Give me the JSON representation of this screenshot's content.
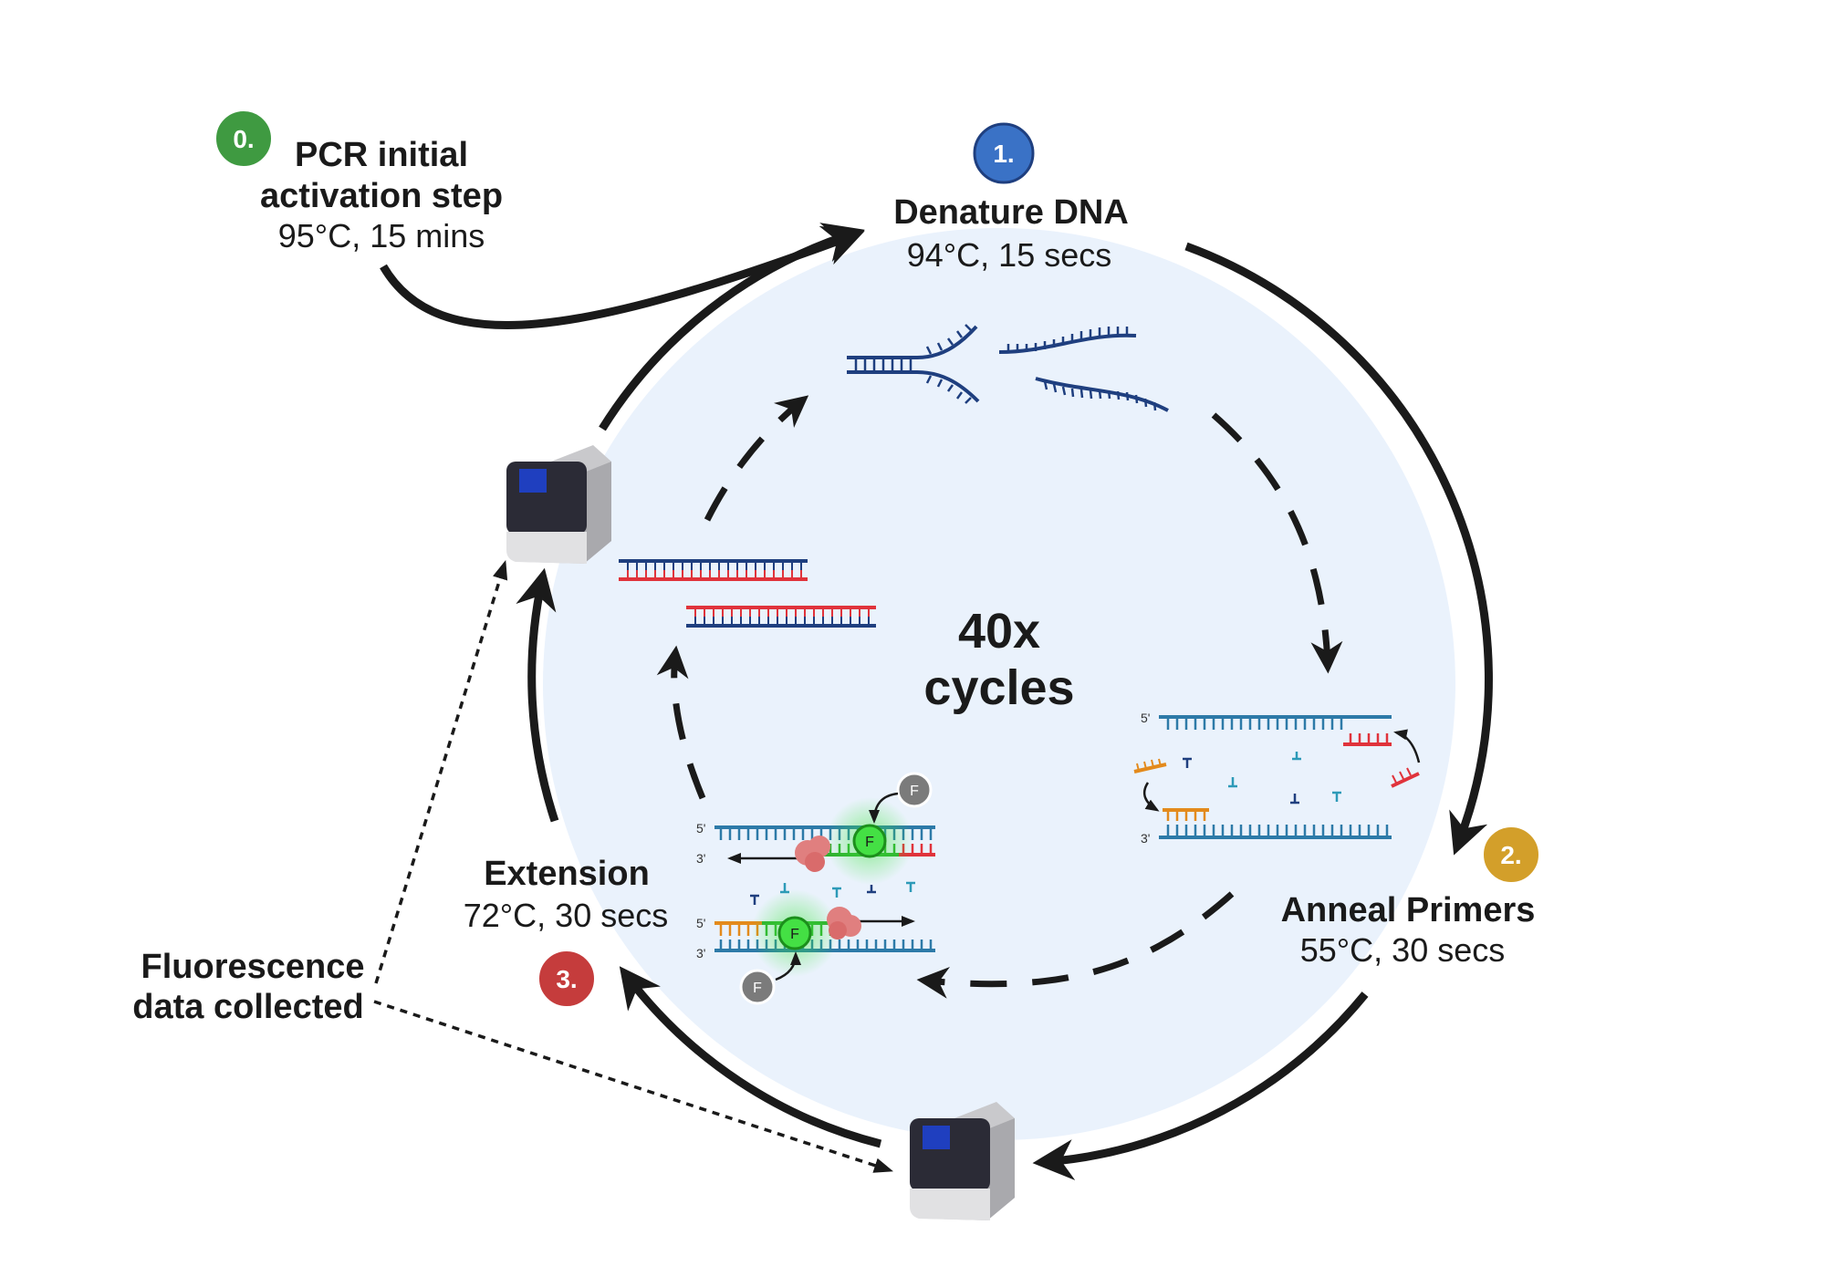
{
  "steps": {
    "step0": {
      "badge": "0.",
      "title_line1": "PCR initial",
      "title_line2": "activation step",
      "conditions": "95°C, 15 mins",
      "color": "#3f9a41"
    },
    "step1": {
      "badge": "1.",
      "title": "Denature DNA",
      "conditions": "94°C, 15 secs",
      "color": "#3a72c6"
    },
    "step2": {
      "badge": "2.",
      "title": "Anneal Primers",
      "conditions": "55°C, 30 secs",
      "color": "#d39f2a"
    },
    "step3": {
      "badge": "3.",
      "title": "Extension",
      "conditions": "72°C, 30 secs",
      "color": "#c53c3c"
    }
  },
  "center": {
    "line1": "40x",
    "line2": "cycles"
  },
  "fluorescence": {
    "line1": "Fluorescence",
    "line2": "data collected"
  },
  "strand_labels": {
    "five_prime": "5'",
    "three_prime": "3'"
  },
  "fluorophore_label": "F",
  "colors": {
    "circle_fill": "#eaf2fc",
    "strand_blue": "#1f3f7f",
    "strand_teal": "#2d7aa8",
    "strand_red": "#e0333b",
    "primer_orange": "#e38a1c",
    "glow_green": "#39e639",
    "polymerase": "#e07f7f",
    "fluor_grey": "#7b7b7b"
  }
}
